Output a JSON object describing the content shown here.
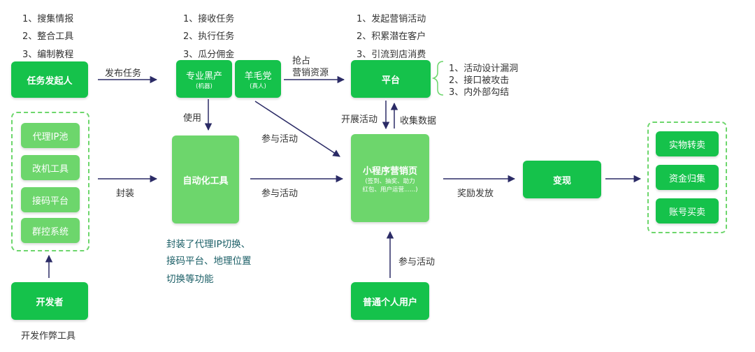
{
  "initiator": {
    "notes": [
      "1、搜集情报",
      "2、整合工具",
      "3、编制教程"
    ],
    "label": "任务发起人"
  },
  "edge_publish": "发布任务",
  "workers": {
    "notes": [
      "1、接收任务",
      "2、执行任务",
      "3、瓜分佣金"
    ],
    "pro_label": "专业黑产",
    "pro_sub": "(机器)",
    "wool_label": "羊毛党",
    "wool_sub": "(真人)"
  },
  "edge_grab": [
    "抢占",
    "营销资源"
  ],
  "platform": {
    "notes": [
      "1、发起营销活动",
      "2、积累潜在客户",
      "3、引流到店消费"
    ],
    "label": "平台",
    "weakness": [
      "1、活动设计漏洞",
      "2、接口被攻击",
      "3、内外部勾结"
    ]
  },
  "edge_use": "使用",
  "edge_launch": "开展活动",
  "edge_collect": "收集数据",
  "edge_join_diag": "参与活动",
  "tools_group": [
    "代理IP池",
    "改机工具",
    "接码平台",
    "群控系统"
  ],
  "edge_wrap": "封装",
  "automation": {
    "label": "自动化工具",
    "desc": [
      "封装了代理IP切换、",
      "接码平台、地理位置",
      "切换等功能"
    ]
  },
  "edge_join_auto": "参与活动",
  "miniapp": {
    "label": "小程序营销页",
    "sub1": "(签到、抽奖、助力",
    "sub2": "红包、用户运营......)"
  },
  "edge_reward": "奖励发放",
  "cashout": {
    "label": "变现"
  },
  "outcomes": [
    "实物转卖",
    "资金归集",
    "账号买卖"
  ],
  "developer": {
    "label": "开发者",
    "caption": "开发作弊工具"
  },
  "normal_user": {
    "label": "普通个人用户"
  },
  "edge_join_user": "参与活动"
}
